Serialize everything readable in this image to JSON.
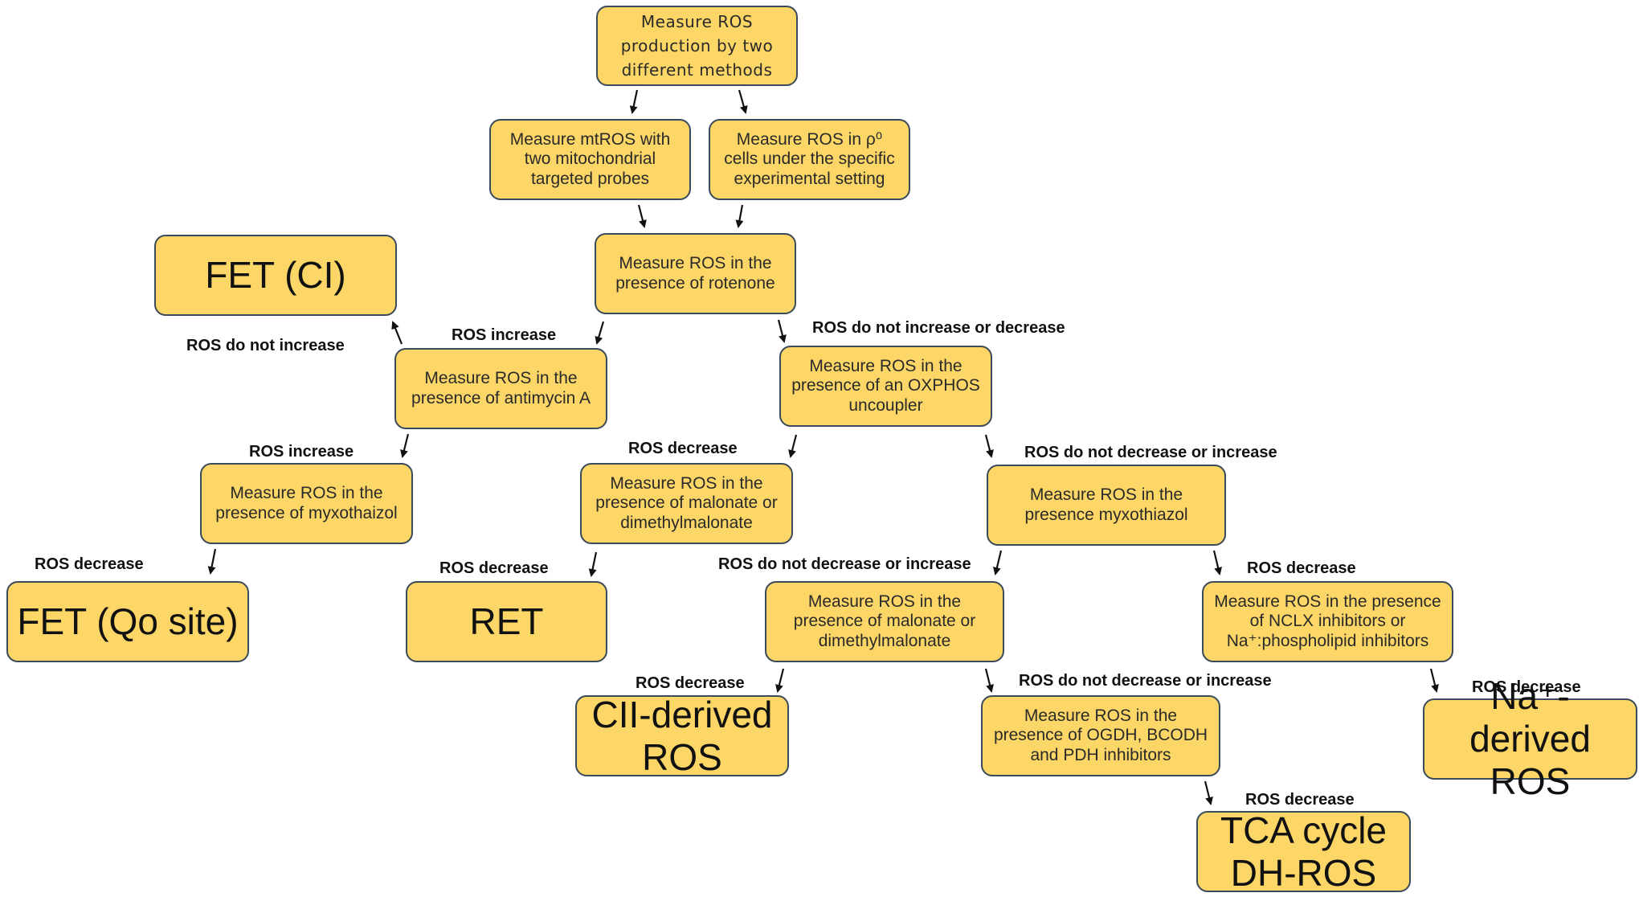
{
  "colors": {
    "box_fill": "#FCD666",
    "box_border": "#3A4A5A",
    "arrow": "#111111"
  },
  "nodes": {
    "n_top": "Measure ROS production by two different methods",
    "n_mtros": "Measure mtROS with two mitochondrial targeted probes",
    "n_rho": "Measure ROS in ρ⁰ cells under the specific experimental setting",
    "n_rotenone": "Measure ROS in the presence of rotenone",
    "n_fet_ci": "FET (CI)",
    "n_antimycin": "Measure ROS in the presence of antimycin A",
    "n_uncoupler": "Measure ROS in the presence of an OXPHOS uncoupler",
    "n_myxo1": "Measure ROS in the presence of myxothaizol",
    "n_malonate1": "Measure ROS in the presence of malonate or dimethylmalonate",
    "n_myxo2": "Measure ROS in the presence myxothiazol",
    "n_fet_qo": "FET (Qo site)",
    "n_ret": "RET",
    "n_malonate2": "Measure ROS in the presence of malonate or dimethylmalonate",
    "n_nclx": "Measure ROS in the presence of NCLX inhibitors or Na⁺:phospholipid inhibitors",
    "n_cii": "CII-derived ROS",
    "n_ogdh": "Measure ROS in the presence of OGDH, BCODH and PDH inhibitors",
    "n_na": "Na⁺-derived ROS",
    "n_tca": "TCA cycle DH-ROS"
  },
  "labels": {
    "l1": "ROS do not increase",
    "l2": "ROS increase",
    "l3": "ROS do not increase or decrease",
    "l4": "ROS increase",
    "l5": "ROS decrease",
    "l6": "ROS do not decrease or increase",
    "l7": "ROS decrease",
    "l8": "ROS decrease",
    "l9": "ROS do not decrease or increase",
    "l10": "ROS decrease",
    "l11": "ROS decrease",
    "l12": "ROS do not decrease or increase",
    "l13": "ROS decrease",
    "l14": "ROS decrease"
  }
}
